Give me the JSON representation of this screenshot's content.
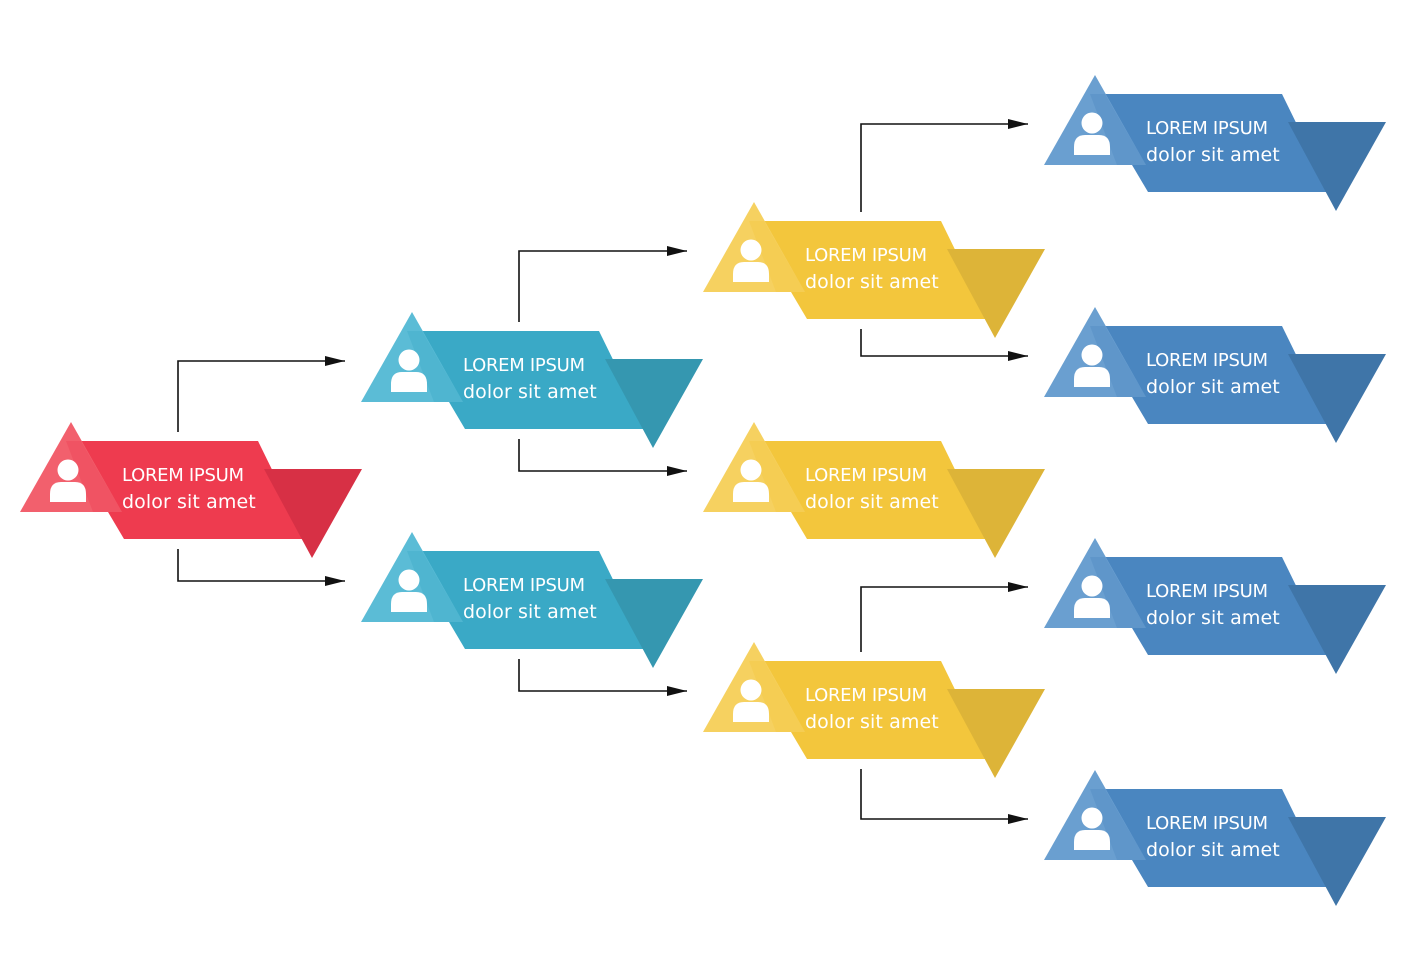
{
  "colors": {
    "red": {
      "main": "#ee3b4f",
      "dark": "#d73045",
      "light": "#f2606d"
    },
    "teal": {
      "main": "#3aa9c6",
      "dark": "#3597b0",
      "light": "#5bbcd6"
    },
    "yellow": {
      "main": "#f3c63c",
      "dark": "#ddb438",
      "light": "#f6d160"
    },
    "blue": {
      "main": "#4a86c0",
      "dark": "#3f75a8",
      "light": "#6a9fd0"
    },
    "arrow": "#111111"
  },
  "nodes": [
    {
      "id": "root",
      "color": "red",
      "title": "LOREM IPSUM",
      "subtitle": "dolor sit amet",
      "icon": "person-icon"
    },
    {
      "id": "t1",
      "color": "teal",
      "title": "LOREM IPSUM",
      "subtitle": "dolor sit amet",
      "icon": "person-icon"
    },
    {
      "id": "t2",
      "color": "teal",
      "title": "LOREM IPSUM",
      "subtitle": "dolor sit amet",
      "icon": "person-icon"
    },
    {
      "id": "y1",
      "color": "yellow",
      "title": "LOREM IPSUM",
      "subtitle": "dolor sit amet",
      "icon": "person-icon"
    },
    {
      "id": "y2",
      "color": "yellow",
      "title": "LOREM IPSUM",
      "subtitle": "dolor sit amet",
      "icon": "person-icon"
    },
    {
      "id": "y3",
      "color": "yellow",
      "title": "LOREM IPSUM",
      "subtitle": "dolor sit amet",
      "icon": "person-icon"
    },
    {
      "id": "b1",
      "color": "blue",
      "title": "LOREM IPSUM",
      "subtitle": "dolor sit amet",
      "icon": "person-icon"
    },
    {
      "id": "b2",
      "color": "blue",
      "title": "LOREM IPSUM",
      "subtitle": "dolor sit amet",
      "icon": "person-icon"
    },
    {
      "id": "b3",
      "color": "blue",
      "title": "LOREM IPSUM",
      "subtitle": "dolor sit amet",
      "icon": "person-icon"
    },
    {
      "id": "b4",
      "color": "blue",
      "title": "LOREM IPSUM",
      "subtitle": "dolor sit amet",
      "icon": "person-icon"
    }
  ],
  "edges": [
    {
      "from": "root",
      "to": "t1"
    },
    {
      "from": "root",
      "to": "t2"
    },
    {
      "from": "t1",
      "to": "y1"
    },
    {
      "from": "t1",
      "to": "y2"
    },
    {
      "from": "t2",
      "to": "y3"
    },
    {
      "from": "y1",
      "to": "b1"
    },
    {
      "from": "y1",
      "to": "b2"
    },
    {
      "from": "y3",
      "to": "b3"
    },
    {
      "from": "y3",
      "to": "b4"
    }
  ]
}
